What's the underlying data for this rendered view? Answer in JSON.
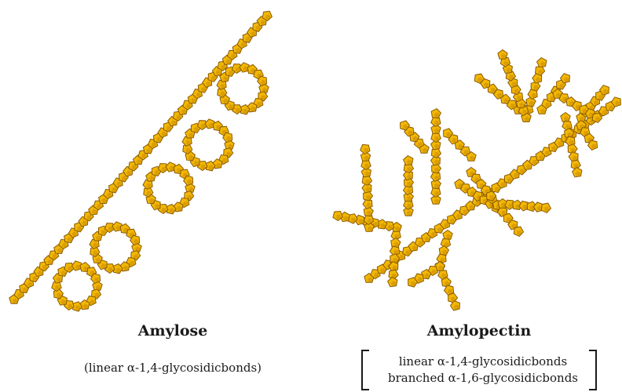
{
  "amylose": {
    "title": "Amylose",
    "caption": "(linear α-1,4-glycosidicbonds)"
  },
  "amylopectin": {
    "title": "Amylopectin",
    "caption_lines": [
      "linear α-1,4-glycosidicbonds",
      "branched α-1,6-glycosidicbonds"
    ]
  },
  "colors": {
    "unit_fill": "#f2b705",
    "unit_shade": "#c98a00",
    "unit_edge": "#8a5a00"
  },
  "icons": [
    "glucose-unit-chain-icon"
  ]
}
